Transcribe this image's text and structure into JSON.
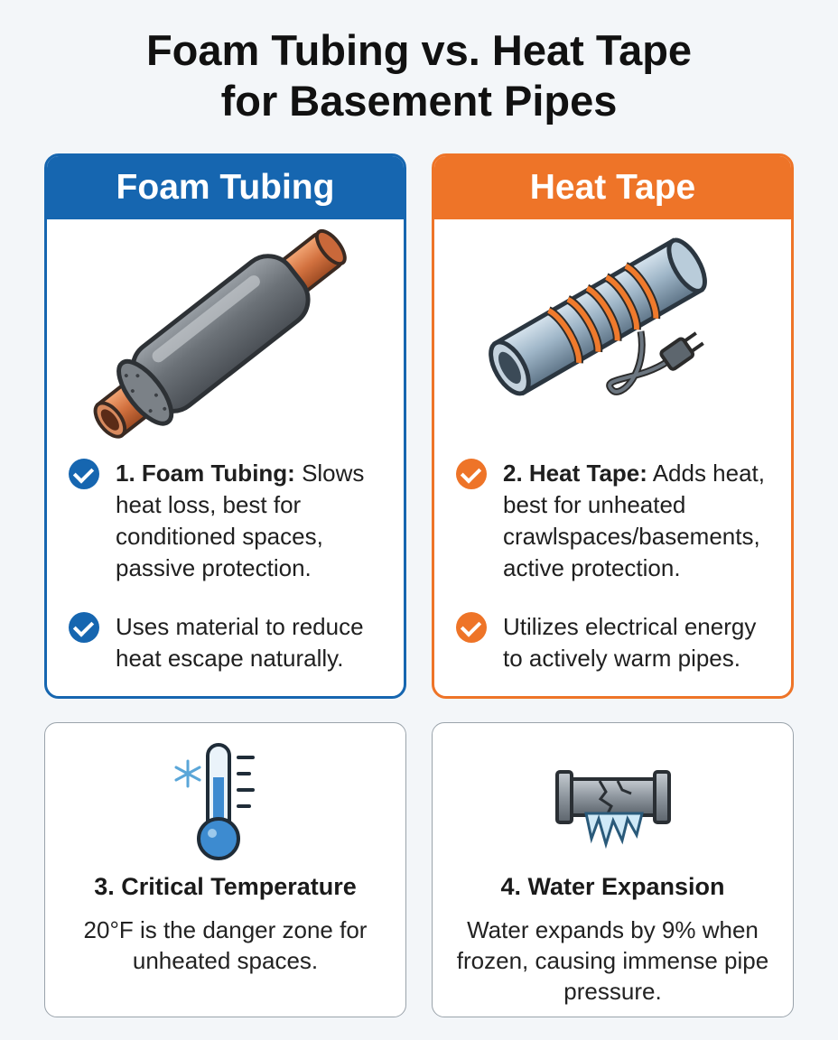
{
  "title": {
    "line1": "Foam Tubing vs. Heat Tape",
    "line2": "for Basement Pipes"
  },
  "foam": {
    "header": "Foam Tubing",
    "bullet1_bold": "1. Foam Tubing:",
    "bullet1_text": " Slows heat loss, best for conditioned spaces, passive protection.",
    "bullet2_text": "Uses material to reduce heat escape naturally.",
    "illustration_icon": "insulated-pipe-icon",
    "accent": "#1666b0"
  },
  "heat": {
    "header": "Heat Tape",
    "bullet1_bold": "2. Heat Tape:",
    "bullet1_text": " Adds heat, best for unheated crawlspaces/basements, active protection.",
    "bullet2_text": "Utilizes electrical energy to actively warm pipes.",
    "illustration_icon": "heat-tape-pipe-icon",
    "accent": "#ee7428"
  },
  "stat1": {
    "title": "3. Critical Temperature",
    "body": "20°F is the danger zone for unheated spaces.",
    "icon": "thermometer-snowflake-icon"
  },
  "stat2": {
    "title": "4. Water Expansion",
    "body": "Water expands by 9% when frozen, causing immense pipe pressure.",
    "icon": "frozen-burst-pipe-icon"
  }
}
